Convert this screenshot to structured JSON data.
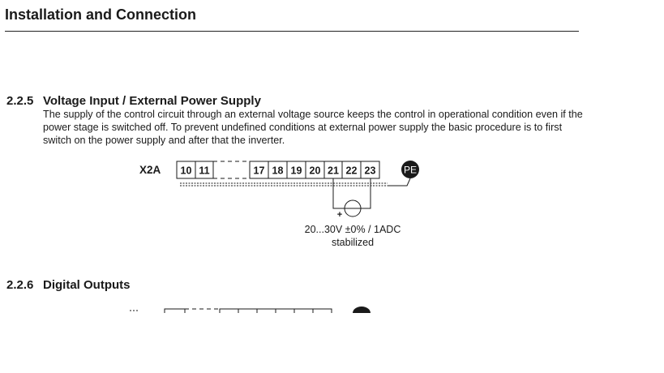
{
  "header": {
    "title": "Installation and Connection"
  },
  "section_225": {
    "number": "2.2.5",
    "title": "Voltage Input / External Power Supply",
    "body": "The supply of the control circuit through an external voltage source keeps the control in operational condition even if the power stage is switched off. To prevent undefined conditions at external power supply the basic procedure is to first switch on the power supply and after that the inverter."
  },
  "diagram": {
    "connector_label": "X2A",
    "terminals_left": [
      "10",
      "11"
    ],
    "terminals_right": [
      "17",
      "18",
      "19",
      "20",
      "21",
      "22",
      "23"
    ],
    "pe_label": "PE",
    "source_polarity": "+",
    "supply_spec": "20...30V ±0% / 1ADC",
    "supply_note": "stabilized",
    "fill_color": "#1a1a1a"
  },
  "section_226": {
    "number": "2.2.6",
    "title": "Digital Outputs"
  }
}
